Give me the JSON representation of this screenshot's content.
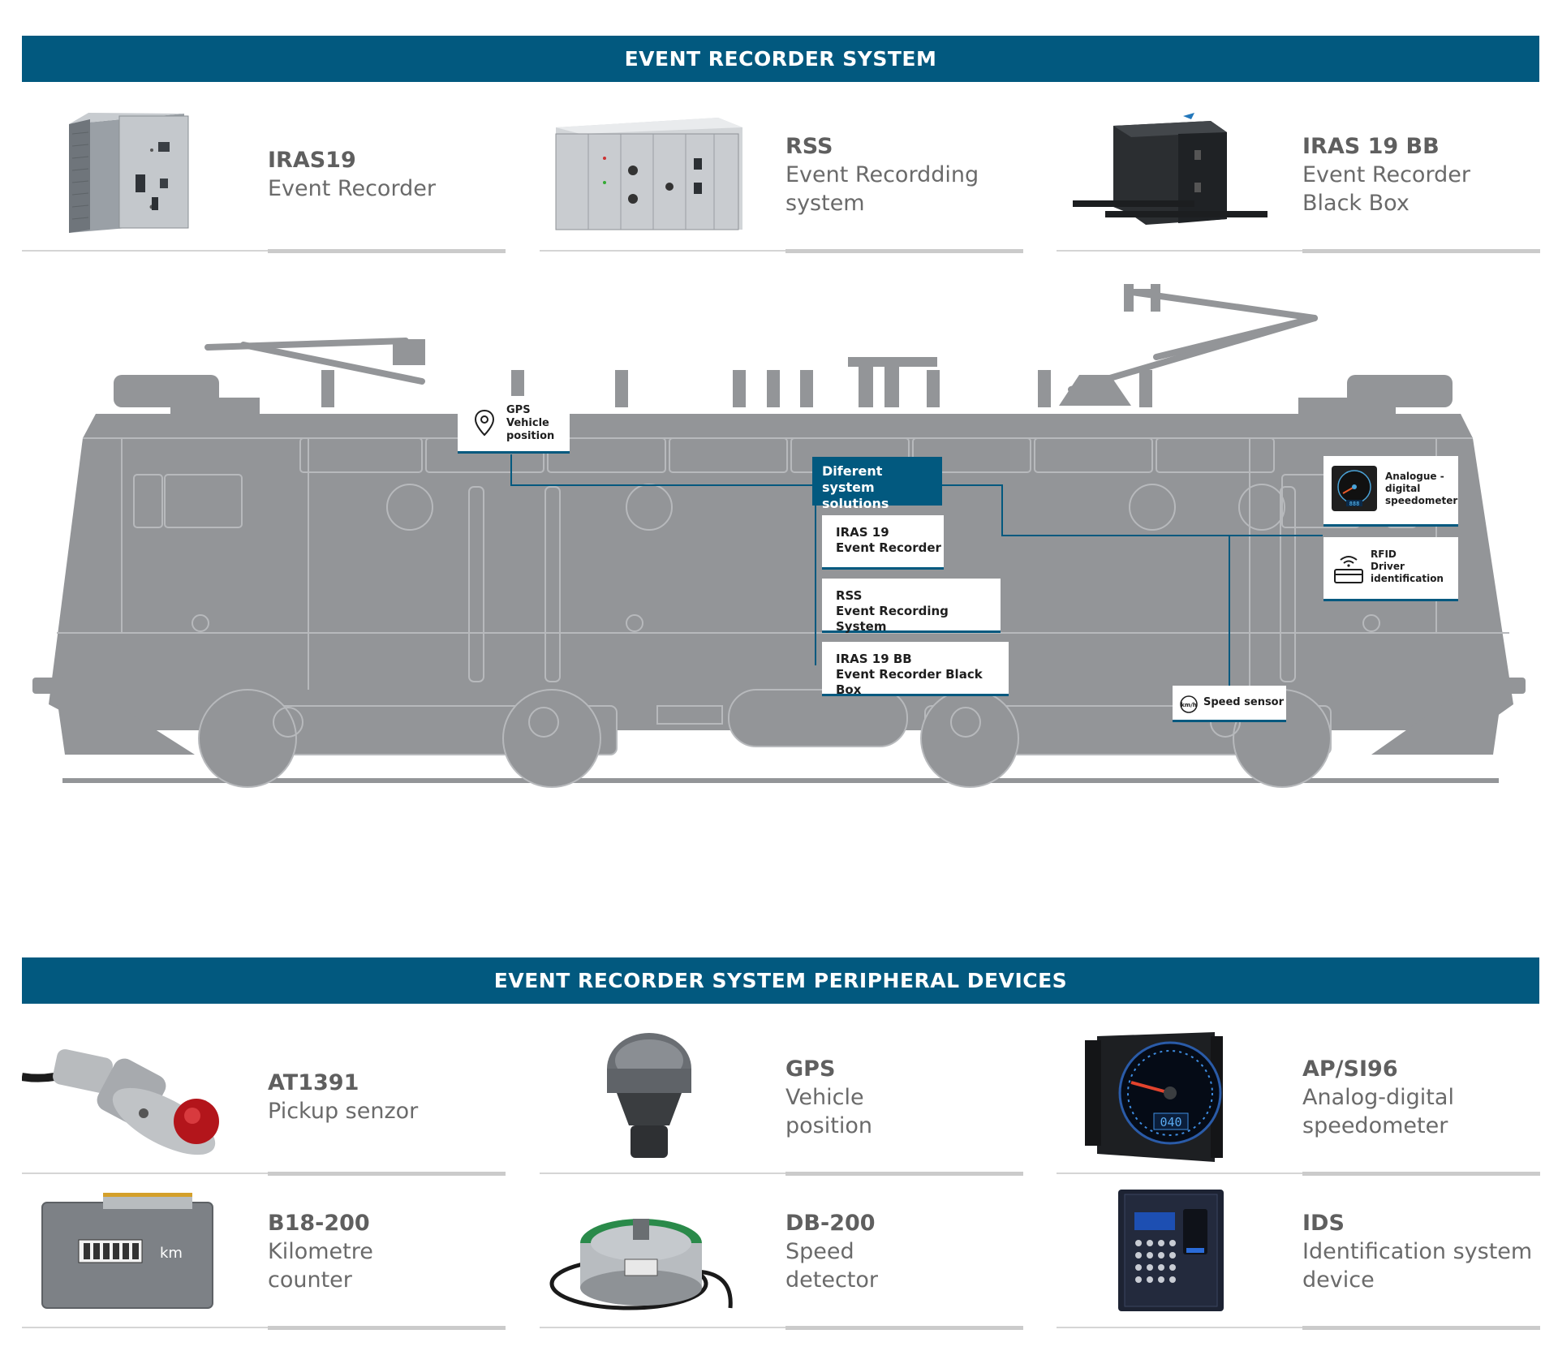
{
  "top_banner": "EVENT RECORDER SYSTEM",
  "bottom_banner": "EVENT RECORDER SYSTEM PERIPHERAL DEVICES",
  "system_products": [
    {
      "code": "IRAS19",
      "desc": "Event Recorder"
    },
    {
      "code": "RSS",
      "desc": "Event Recordding\nsystem"
    },
    {
      "code": "IRAS 19 BB",
      "desc": "Event Recorder\nBlack Box"
    }
  ],
  "peripheral_products": [
    {
      "code": "AT1391",
      "desc": "Pickup senzor"
    },
    {
      "code": "GPS",
      "desc": "Vehicle\nposition"
    },
    {
      "code": "AP/SI96",
      "desc": "Analog-digital\nspeedometer"
    },
    {
      "code": "B18-200",
      "desc": "Kilometre\ncounter"
    },
    {
      "code": "DB-200",
      "desc": "Speed\ndetector"
    },
    {
      "code": "IDS",
      "desc": "Identification system\ndevice"
    }
  ],
  "diagram": {
    "gps_label": "GPS\nVehicle\nposition",
    "solutions_label": "Diferent\nsystem solutions",
    "solution_items": [
      "IRAS 19\nEvent Recorder",
      "RSS\nEvent Recording System",
      "IRAS 19 BB\nEvent Recorder Black Box"
    ],
    "speedometer_label": "Analogue -\ndigital\nspeedometer",
    "rfid_label": "RFID\nDriver\nidentification",
    "speed_sensor_label": "Speed sensor",
    "speed_sensor_unit": "km/h",
    "speedometer_readout": "888",
    "km_counter_unit": "km",
    "speedo_readout_photo": "040"
  },
  "colors": {
    "brand_blue": "#02597f",
    "loco_gray": "#939598",
    "text_gray": "#5f5f5f"
  }
}
